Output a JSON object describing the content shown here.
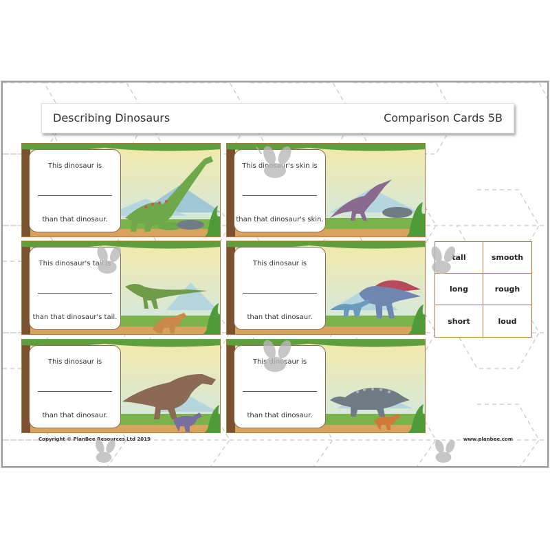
{
  "header": {
    "title": "Describing Dinosaurs",
    "subtitle": "Comparison Cards 5B"
  },
  "cards": [
    {
      "top": "This dinosaur is",
      "bottom": "than that dinosaur."
    },
    {
      "top": "This dinosaur's skin is",
      "bottom": "than that dinosaur's skin."
    },
    {
      "top": "This dinosaur's tail is",
      "bottom": "than that dinosaur's tail."
    },
    {
      "top": "This dinosaur is",
      "bottom": "than that dinosaur."
    },
    {
      "top": "This dinosaur is",
      "bottom": "than that dinosaur."
    },
    {
      "top": "This dinosaur is",
      "bottom": "than that dinosaur."
    }
  ],
  "words": [
    "tall",
    "smooth",
    "long",
    "rough",
    "short",
    "loud"
  ],
  "footer": {
    "copyright": "Copyright © PlanBee Resources Ltd 2019",
    "website": "www.planbee.com"
  },
  "colors": {
    "card_border": "#b07a3e",
    "grass": "#7bb34a",
    "sky_top": "#f2e9a8",
    "sky_bottom": "#cfe8e6"
  },
  "icons": [
    "bee-watermark-icon"
  ]
}
